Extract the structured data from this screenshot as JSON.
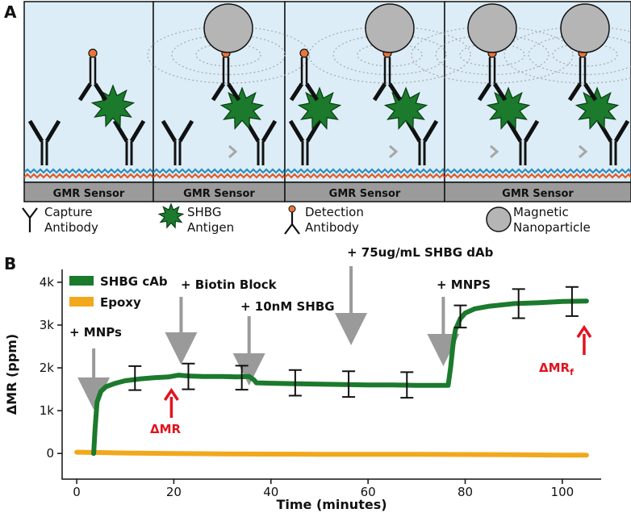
{
  "panel_a": {
    "label": "A",
    "sensor_label": "GMR Sensor",
    "legend": [
      {
        "line1": "Capture",
        "line2": "Antibody"
      },
      {
        "line1": "SHBG",
        "line2": "Antigen"
      },
      {
        "line1": "Detection",
        "line2": "Antibody"
      },
      {
        "line1": "Magnetic",
        "line2": "Nanoparticle"
      }
    ]
  },
  "panel_b": {
    "label": "B",
    "annotations": {
      "mnps1": "+ MNPs",
      "biotin": "+ Biotin Block",
      "shbg": "+ 10nM SHBG",
      "dab": "+ 75ug/mL SHBG dAb",
      "mnps2": "+ MNPS",
      "dmr": "ΔMR",
      "dmrf_base": "ΔMR",
      "dmrf_sub": "f"
    }
  },
  "colors": {
    "series_cab": "#1b7a2c",
    "series_epoxy": "#f2a81c",
    "arrow_gray": "#9a9a9a",
    "arrow_red": "#e0141e",
    "sensor_gray": "#9b9b9b",
    "panel_bg": "#dcedf7"
  },
  "chart_data": {
    "type": "line",
    "xlabel": "Time (minutes)",
    "ylabel": "ΔMR (ppm)",
    "xlim": [
      -3,
      108
    ],
    "ylim": [
      -600,
      4300
    ],
    "xticks": [
      0,
      20,
      40,
      60,
      80,
      100
    ],
    "xtick_labels": [
      "0",
      "20",
      "40",
      "60",
      "80",
      "100"
    ],
    "yticks": [
      0,
      1000,
      2000,
      3000,
      4000
    ],
    "ytick_labels": [
      "0",
      "1k",
      "2k",
      "3k",
      "4k"
    ],
    "grid": false,
    "legend_position": "top-left",
    "series": [
      {
        "name": "SHBG cAb",
        "x": [
          3.5,
          3.8,
          4.2,
          5,
          6,
          8,
          10,
          13,
          16,
          19,
          21,
          23,
          26,
          30,
          33,
          35.5,
          36.5,
          37,
          40,
          45,
          50,
          55,
          60,
          65,
          70,
          74,
          76.5,
          77,
          77.5,
          78,
          79,
          80,
          82,
          85,
          90,
          95,
          100,
          105
        ],
        "y": [
          0,
          600,
          1200,
          1450,
          1560,
          1640,
          1700,
          1740,
          1770,
          1790,
          1830,
          1810,
          1800,
          1800,
          1790,
          1800,
          1720,
          1650,
          1640,
          1630,
          1620,
          1610,
          1600,
          1600,
          1590,
          1590,
          1590,
          2000,
          2550,
          2900,
          3150,
          3280,
          3380,
          3440,
          3500,
          3520,
          3550,
          3560
        ],
        "error_x": [
          12,
          23,
          34,
          45,
          56,
          68,
          79,
          91,
          102
        ],
        "error_y": [
          1760,
          1800,
          1770,
          1650,
          1620,
          1600,
          3200,
          3500,
          3550
        ],
        "error_err": [
          280,
          300,
          280,
          300,
          300,
          300,
          260,
          340,
          340
        ]
      },
      {
        "name": "Epoxy",
        "x": [
          0,
          10,
          20,
          30,
          40,
          50,
          60,
          70,
          80,
          90,
          100,
          105
        ],
        "y": [
          30,
          10,
          0,
          -10,
          -15,
          -20,
          -20,
          -20,
          -25,
          -30,
          -40,
          -40
        ]
      }
    ]
  }
}
